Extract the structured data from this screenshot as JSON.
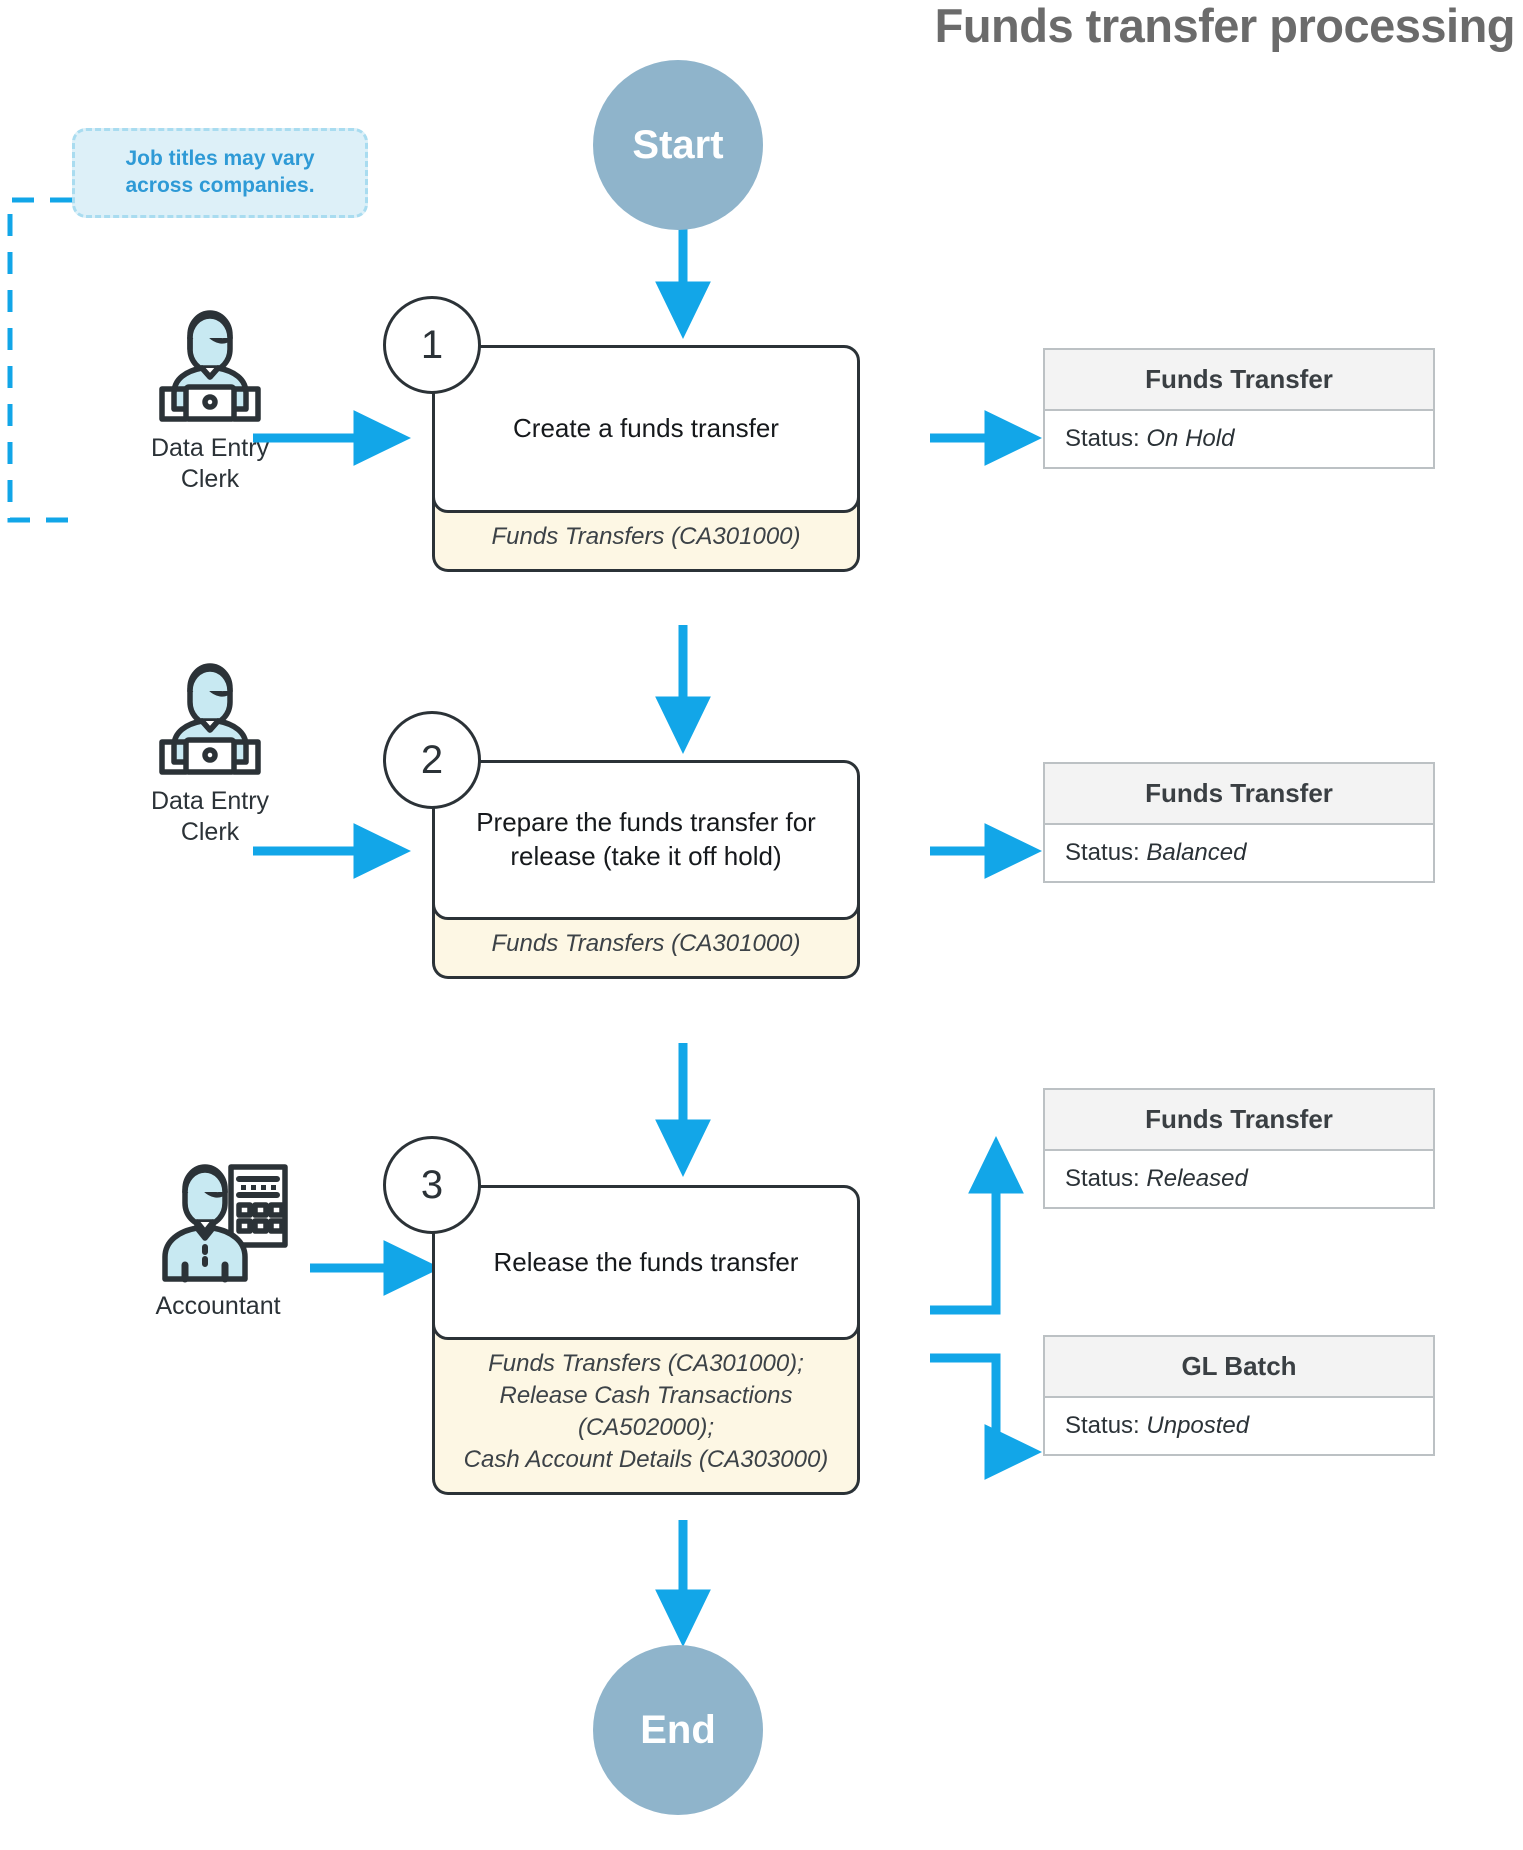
{
  "title": "Funds transfer processing",
  "colors": {
    "accent_arrow": "#12a6e8",
    "terminator_fill": "#8fb4cb",
    "note_fill": "#ddf0f8",
    "note_border": "#a9dcf0",
    "note_text": "#2e9ad6",
    "screen_band_fill": "#fdf7e4",
    "box_border": "#2b3237",
    "panel_header_fill": "#f3f3f3",
    "panel_border": "#bcc1c4",
    "title_text": "#6b6b6b",
    "icon_accent": "#c8e9f2"
  },
  "terminators": {
    "start": "Start",
    "end": "End"
  },
  "note": {
    "text": "Job titles may vary across companies."
  },
  "actors": [
    {
      "id": "data-entry-clerk-1",
      "icon": "person-at-laptop-icon",
      "label_line1": "Data Entry",
      "label_line2": "Clerk"
    },
    {
      "id": "data-entry-clerk-2",
      "icon": "person-at-laptop-icon",
      "label_line1": "Data Entry",
      "label_line2": "Clerk"
    },
    {
      "id": "accountant",
      "icon": "person-with-calculator-icon",
      "label_line1": "Accountant",
      "label_line2": ""
    }
  ],
  "steps": [
    {
      "number": "1",
      "action": "Create a funds transfer",
      "screens": [
        "Funds Transfers (CA301000)"
      ]
    },
    {
      "number": "2",
      "action": "Prepare the funds transfer for release (take it off hold)",
      "screens": [
        "Funds Transfers (CA301000)"
      ]
    },
    {
      "number": "3",
      "action": "Release the funds transfer",
      "screens": [
        "Funds Transfers (CA301000);",
        "Release Cash Transactions",
        "(CA502000);",
        "Cash Account Details (CA303000)"
      ]
    }
  ],
  "status_panels": [
    {
      "id": "funds-transfer-on-hold",
      "entity": "Funds Transfer",
      "status_label": "Status:",
      "status_value": "On Hold"
    },
    {
      "id": "funds-transfer-balanced",
      "entity": "Funds Transfer",
      "status_label": "Status:",
      "status_value": "Balanced"
    },
    {
      "id": "funds-transfer-released",
      "entity": "Funds Transfer",
      "status_label": "Status:",
      "status_value": "Released"
    },
    {
      "id": "gl-batch-unposted",
      "entity": "GL Batch",
      "status_label": "Status:",
      "status_value": "Unposted"
    }
  ]
}
